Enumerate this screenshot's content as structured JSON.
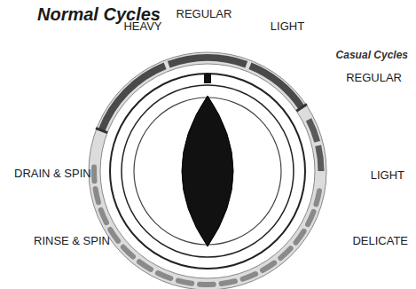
{
  "diagram": {
    "labels": [
      "Normal Cycles",
      "HEAVY",
      "REGULAR",
      "LIGHT",
      "Casual Cycles",
      "REGULAR",
      "LIGHT",
      "DELICATE",
      "RINSE & SPIN",
      "DRAIN & SPIN"
    ]
  }
}
